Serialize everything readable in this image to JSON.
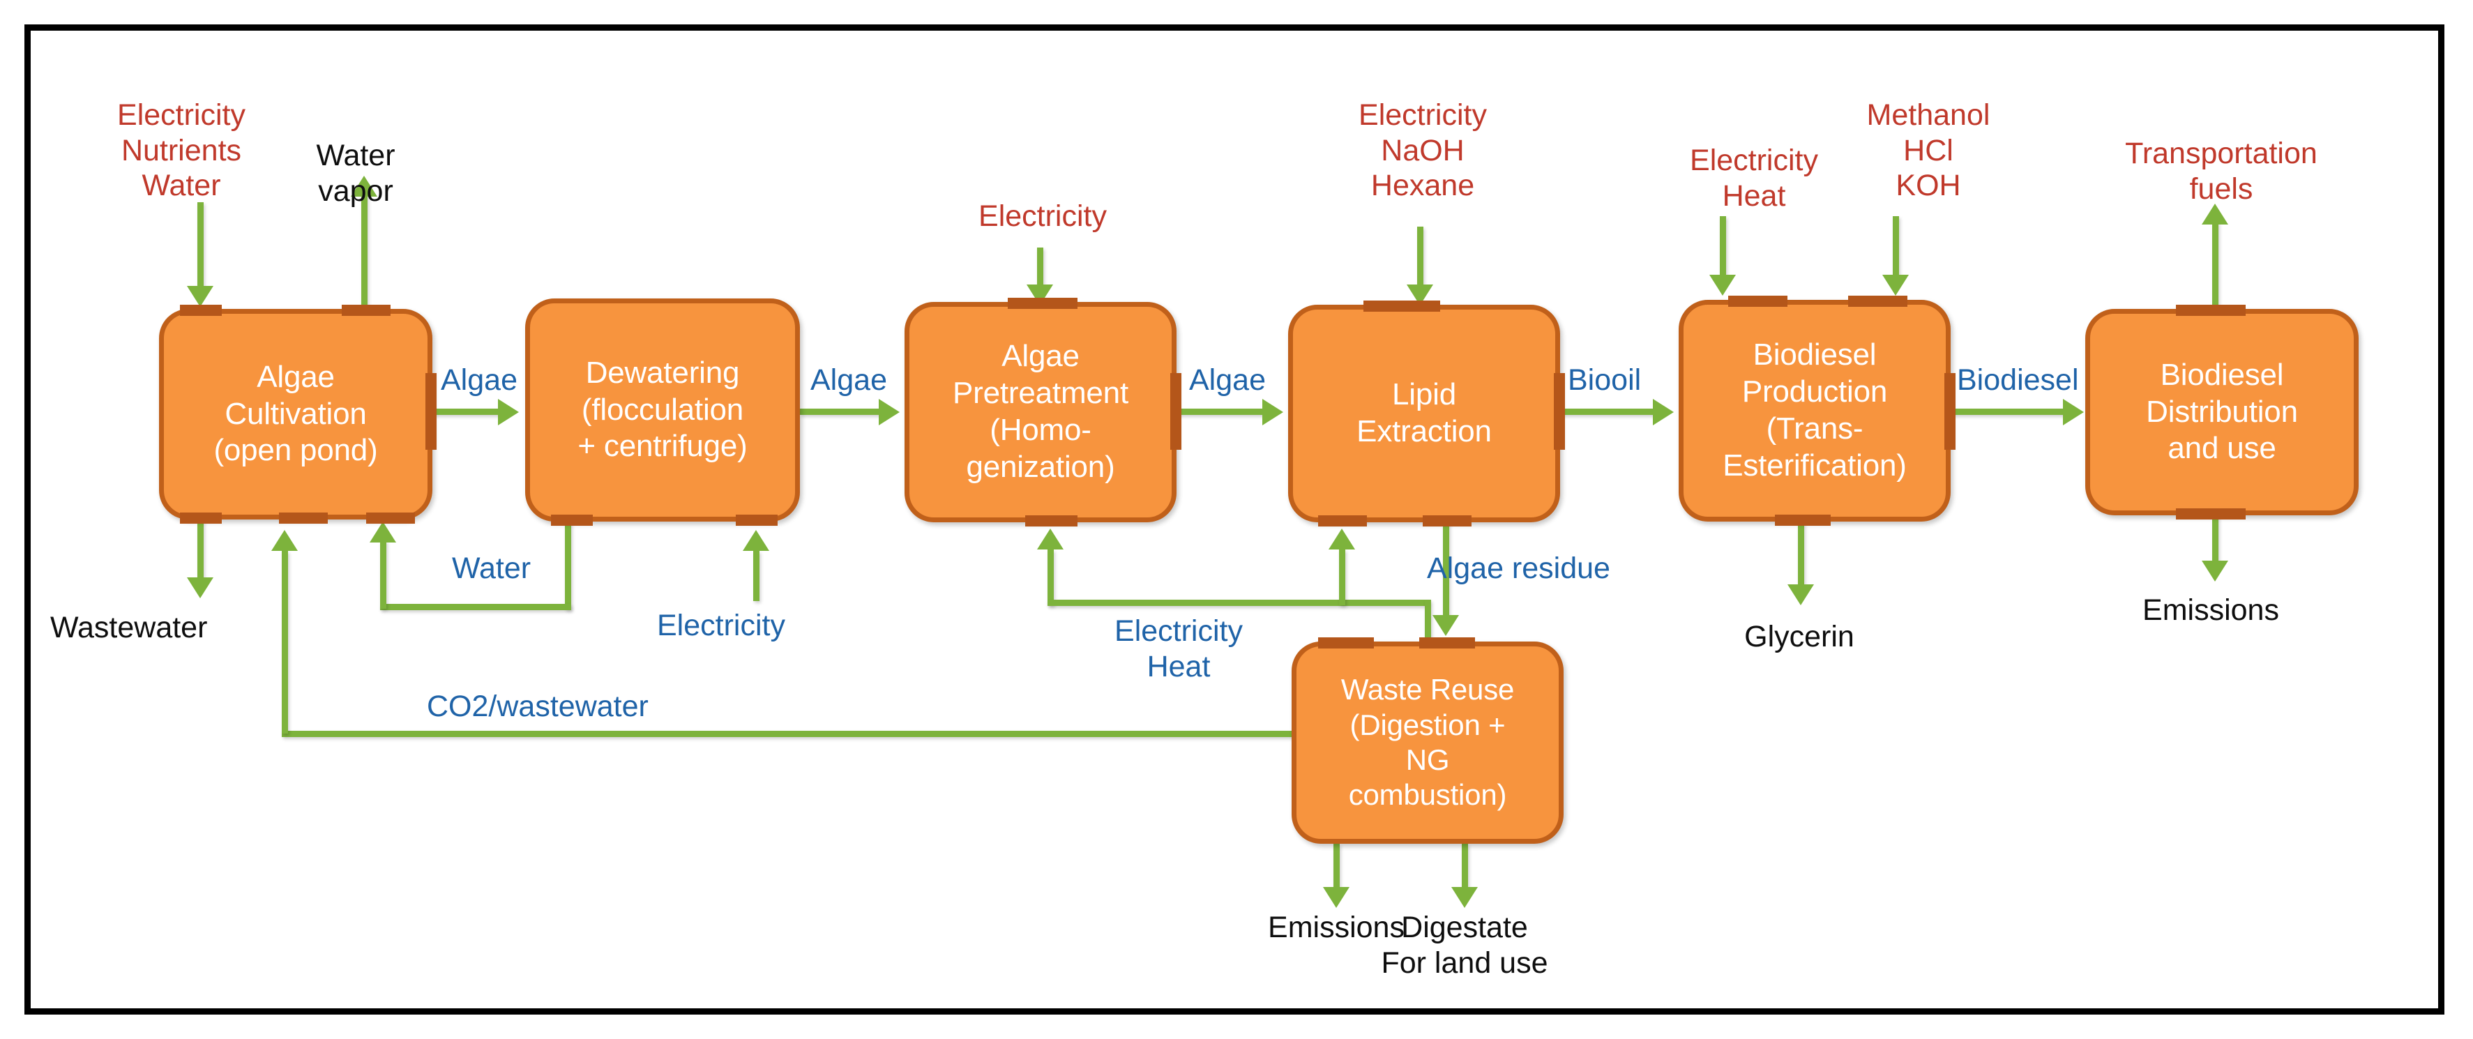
{
  "diagram": {
    "title": "Algae biodiesel life cycle process flow diagram",
    "colors": {
      "box_fill": "#F7943E",
      "box_border": "#C0601A",
      "arrow": "#7DB33C",
      "input_text": "#C0392B",
      "stream_text": "#1F63A8",
      "output_text": "#0E0E0E",
      "frame": "#000000"
    }
  },
  "boxes": [
    {
      "id": "algae-cultivation",
      "lines": [
        "Algae",
        "Cultivation",
        "(open pond)"
      ]
    },
    {
      "id": "dewatering",
      "lines": [
        "Dewatering",
        "(flocculation",
        "+ centrifuge)"
      ]
    },
    {
      "id": "algae-pretreatment",
      "lines": [
        "Algae",
        "Pretreatment",
        "(Homo-",
        "genization)"
      ]
    },
    {
      "id": "lipid-extraction",
      "lines": [
        "Lipid",
        "Extraction"
      ]
    },
    {
      "id": "biodiesel-production",
      "lines": [
        "Biodiesel",
        "Production",
        "(Trans-",
        "Esterification)"
      ]
    },
    {
      "id": "biodiesel-distribution",
      "lines": [
        "Biodiesel",
        "Distribution",
        "and use"
      ]
    },
    {
      "id": "waste-reuse",
      "lines": [
        "Waste Reuse",
        "(Digestion +",
        "NG",
        "combustion)"
      ]
    }
  ],
  "inputs": [
    {
      "id": "cultivation-inputs",
      "text": "Electricity\nNutrients\nWater"
    },
    {
      "id": "pretreatment-inputs",
      "text": "Electricity"
    },
    {
      "id": "extraction-inputs",
      "text": "Electricity\nNaOH\nHexane"
    },
    {
      "id": "production-inputs-1",
      "text": "Electricity\nHeat"
    },
    {
      "id": "production-inputs-2",
      "text": "Methanol\nHCl\nKOH"
    },
    {
      "id": "transportation-fuels",
      "text": "Transportation\nfuels"
    }
  ],
  "streams": [
    {
      "id": "algae-1",
      "text": "Algae"
    },
    {
      "id": "algae-2",
      "text": "Algae"
    },
    {
      "id": "algae-3",
      "text": "Algae"
    },
    {
      "id": "biooil",
      "text": "Biooil"
    },
    {
      "id": "biodiesel",
      "text": "Biodiesel"
    },
    {
      "id": "water-recycle",
      "text": "Water"
    },
    {
      "id": "electricity-dewatering",
      "text": "Electricity"
    },
    {
      "id": "electricity-heat",
      "text": "Electricity\nHeat"
    },
    {
      "id": "algae-residue",
      "text": "Algae residue"
    },
    {
      "id": "co2-wastewater",
      "text": "CO2/wastewater"
    }
  ],
  "outputs": [
    {
      "id": "water-vapor",
      "text": "Water\nvapor"
    },
    {
      "id": "wastewater",
      "text": "Wastewater"
    },
    {
      "id": "glycerin",
      "text": "Glycerin"
    },
    {
      "id": "emissions-biodiesel",
      "text": "Emissions"
    },
    {
      "id": "emissions-waste",
      "text": "Emissions"
    },
    {
      "id": "digestate",
      "text": "Digestate\nFor land use"
    }
  ]
}
